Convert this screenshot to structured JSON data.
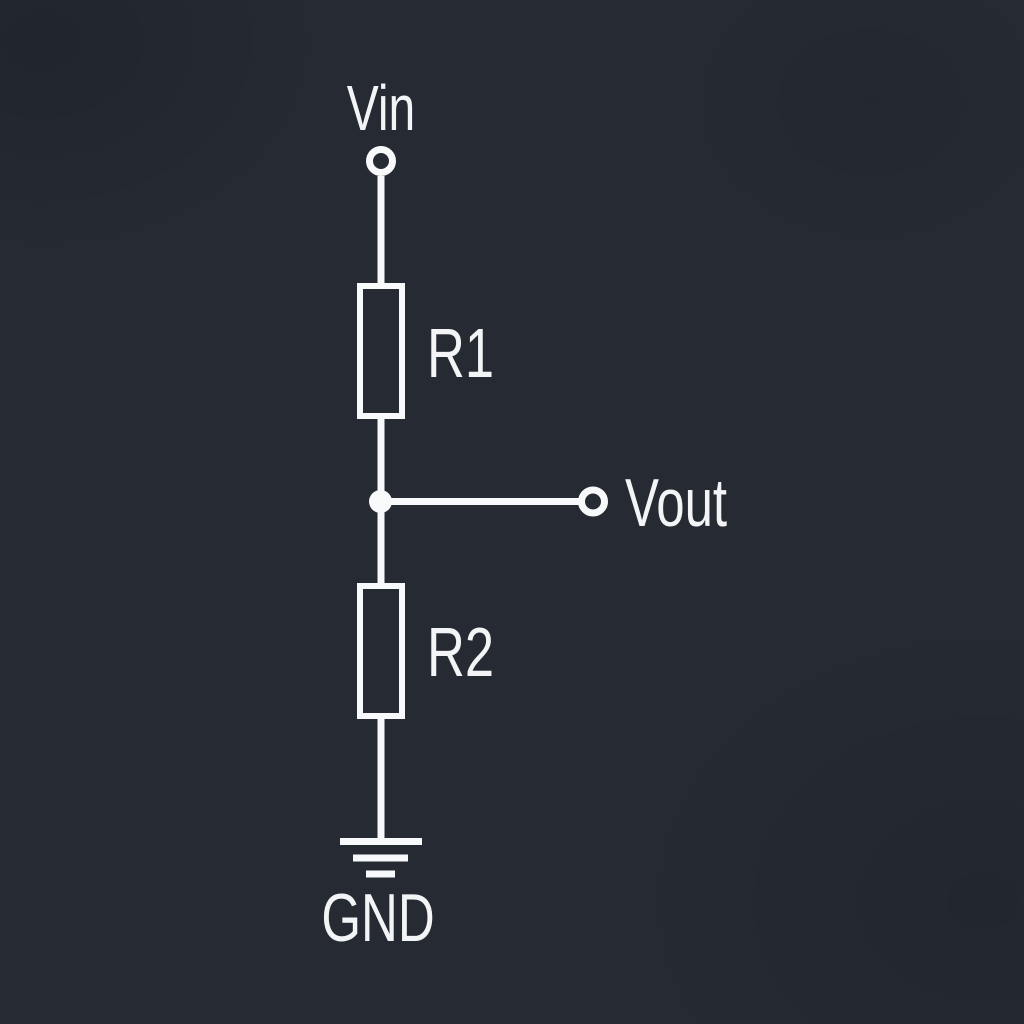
{
  "colors": {
    "background": "#262b33",
    "stroke": "#f8f9fa",
    "text": "#f2f4f6"
  },
  "circuit": {
    "labels": {
      "input": "Vin",
      "output": "Vout",
      "ground": "GND"
    },
    "components": [
      {
        "id": "r1",
        "type": "resistor",
        "label": "R1"
      },
      {
        "id": "r2",
        "type": "resistor",
        "label": "R2"
      }
    ]
  }
}
